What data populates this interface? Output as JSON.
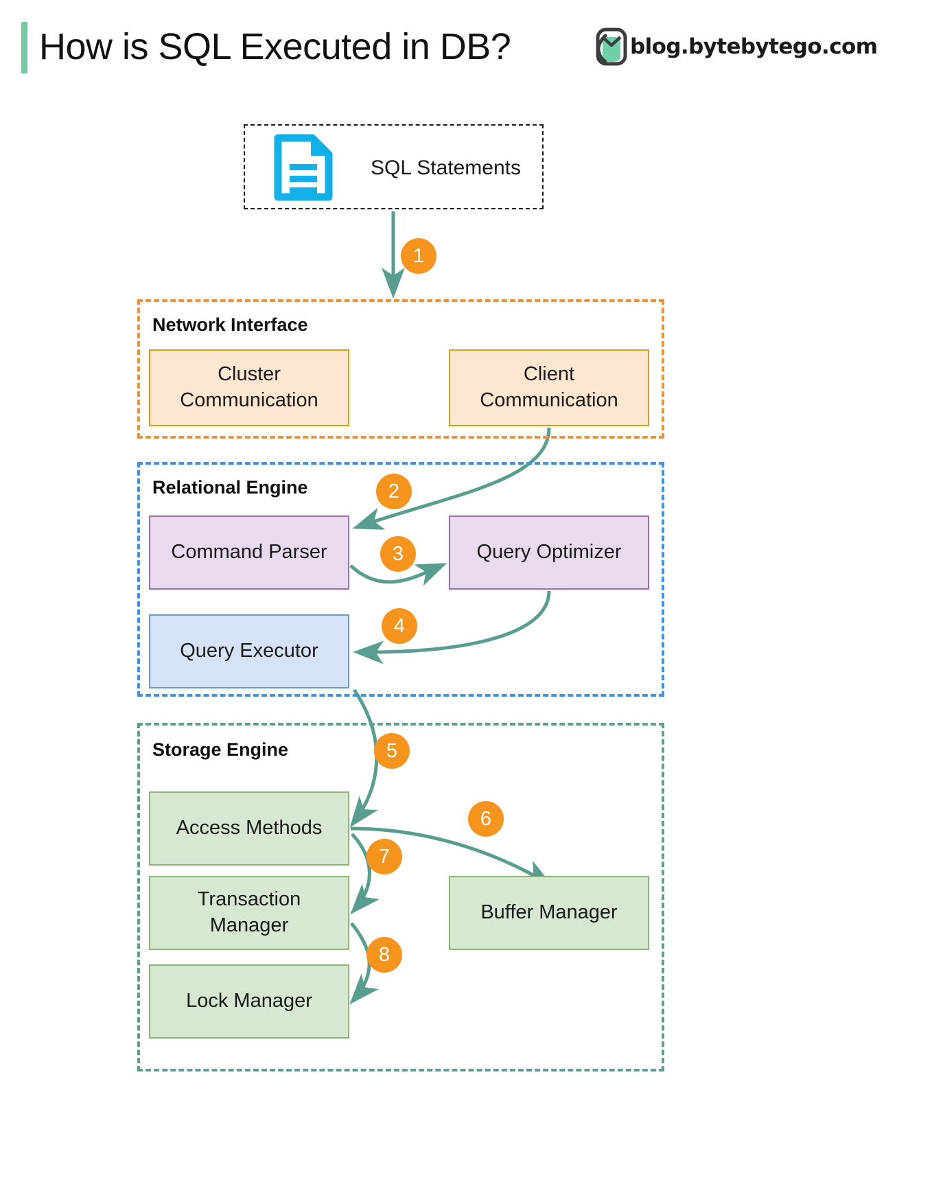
{
  "header": {
    "title": "How is SQL Executed in DB?",
    "brand_text": "blog.bytebytego.com",
    "brand_logo_icon": "bytebytego-logo-icon",
    "accent_bar_color": "#74c9a5"
  },
  "source": {
    "label": "SQL Statements",
    "icon": "document-lines-icon",
    "icon_color": "#12b0e8",
    "border_style": "dashed-black"
  },
  "groups": [
    {
      "id": "network",
      "label": "Network Interface",
      "border_color": "#ef9234",
      "nodes": [
        {
          "id": "cluster",
          "label": "Cluster\nCommunication",
          "fill": "#fde7d0",
          "stroke": "#d4a017"
        },
        {
          "id": "client",
          "label": "Client\nCommunication",
          "fill": "#fde7d0",
          "stroke": "#d4a017"
        }
      ]
    },
    {
      "id": "relational",
      "label": "Relational Engine",
      "border_color": "#3d93e6",
      "nodes": [
        {
          "id": "parser",
          "label": "Command Parser",
          "fill": "#e8dbef",
          "stroke": "#9b6fad"
        },
        {
          "id": "optimizer",
          "label": "Query Optimizer",
          "fill": "#e8dbef",
          "stroke": "#9b6fad"
        },
        {
          "id": "executor",
          "label": "Query Executor",
          "fill": "#d4e3f7",
          "stroke": "#6a9ad0"
        }
      ]
    },
    {
      "id": "storage",
      "label": "Storage Engine",
      "border_color": "#5d9e8c",
      "nodes": [
        {
          "id": "access",
          "label": "Access Methods",
          "fill": "#d7e8d0",
          "stroke": "#8bb673"
        },
        {
          "id": "txn",
          "label": "Transaction\nManager",
          "fill": "#d7e8d0",
          "stroke": "#8bb673"
        },
        {
          "id": "lock",
          "label": "Lock Manager",
          "fill": "#d7e8d0",
          "stroke": "#8bb673"
        },
        {
          "id": "buffer",
          "label": "Buffer Manager",
          "fill": "#d7e8d0",
          "stroke": "#8bb673"
        }
      ]
    }
  ],
  "nodes": {
    "cluster": {
      "line1": "Cluster",
      "line2": "Communication"
    },
    "client": {
      "line1": "Client",
      "line2": "Communication"
    },
    "parser": {
      "label": "Command Parser"
    },
    "optimizer": {
      "label": "Query Optimizer"
    },
    "executor": {
      "label": "Query Executor"
    },
    "access": {
      "label": "Access Methods"
    },
    "txn": {
      "line1": "Transaction",
      "line2": "Manager"
    },
    "lock": {
      "label": "Lock Manager"
    },
    "buffer": {
      "label": "Buffer Manager"
    }
  },
  "group_labels": {
    "network": "Network Interface",
    "relational": "Relational Engine",
    "storage": "Storage Engine"
  },
  "steps": [
    {
      "number": "1",
      "from": "SQL Statements",
      "to": "Network Interface"
    },
    {
      "number": "2",
      "from": "Client Communication",
      "to": "Command Parser"
    },
    {
      "number": "3",
      "from": "Command Parser",
      "to": "Query Optimizer"
    },
    {
      "number": "4",
      "from": "Query Optimizer",
      "to": "Query Executor"
    },
    {
      "number": "5",
      "from": "Query Executor",
      "to": "Access Methods"
    },
    {
      "number": "6",
      "from": "Access Methods",
      "to": "Buffer Manager"
    },
    {
      "number": "7",
      "from": "Access Methods",
      "to": "Transaction Manager"
    },
    {
      "number": "8",
      "from": "Transaction Manager",
      "to": "Lock Manager"
    }
  ],
  "colors": {
    "badge": "#f7941e",
    "badge_text": "#ffffff",
    "arrow": "#579e8e",
    "accent_green": "#74c9a5",
    "sql_icon": "#12b0e8"
  }
}
